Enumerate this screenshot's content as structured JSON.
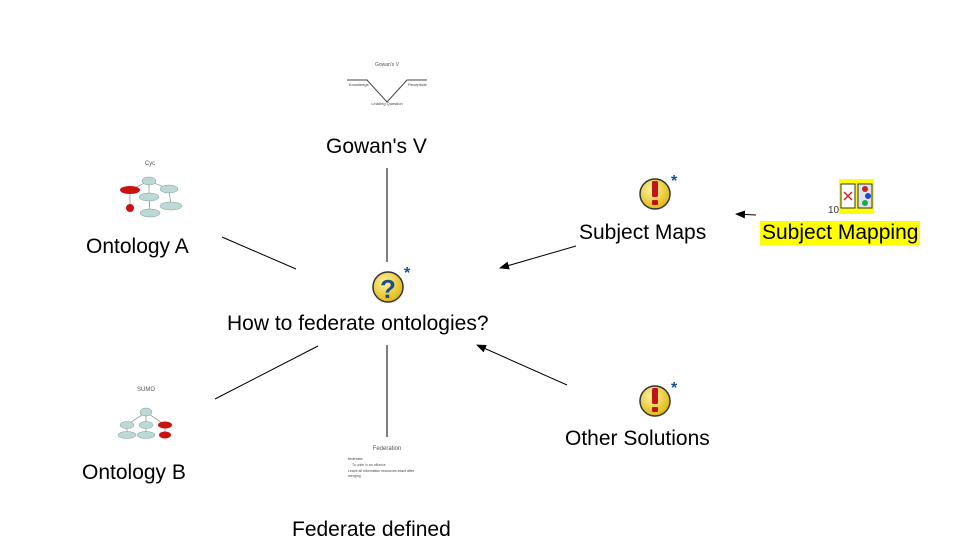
{
  "nodes": {
    "gowans_v": {
      "label": "Gowan's V",
      "thumb_title": "Gowan's V",
      "thumb_left": "Knowledge",
      "thumb_right": "Recepticle",
      "thumb_bottom": "Leading Question"
    },
    "ontology_a": {
      "label": "Ontology A",
      "thumb_title": "Cyc"
    },
    "ontology_b": {
      "label": "Ontology B",
      "thumb_title": "SUMO"
    },
    "question": {
      "label": "How to federate ontologies?",
      "marker": "*"
    },
    "subject_maps": {
      "label": "Subject Maps",
      "marker": "*"
    },
    "other_solutions": {
      "label": "Other Solutions",
      "marker": "*"
    },
    "federate_defined": {
      "label": "Federate defined",
      "thumb_title": "Federation",
      "thumb_lines": [
        "federate",
        "To unite in an alliance",
        "Leave all information resources intact after",
        "merging"
      ]
    },
    "subject_mapping": {
      "label": "Subject Mapping",
      "count": "10"
    }
  },
  "colors": {
    "question_fill": "#f2d43a",
    "question_mark": "#1c4f8e",
    "warning_mark": "#c0141c",
    "node_red": "#cc1111",
    "node_teal": "#bcd9d6",
    "highlight": "#ffff00"
  }
}
